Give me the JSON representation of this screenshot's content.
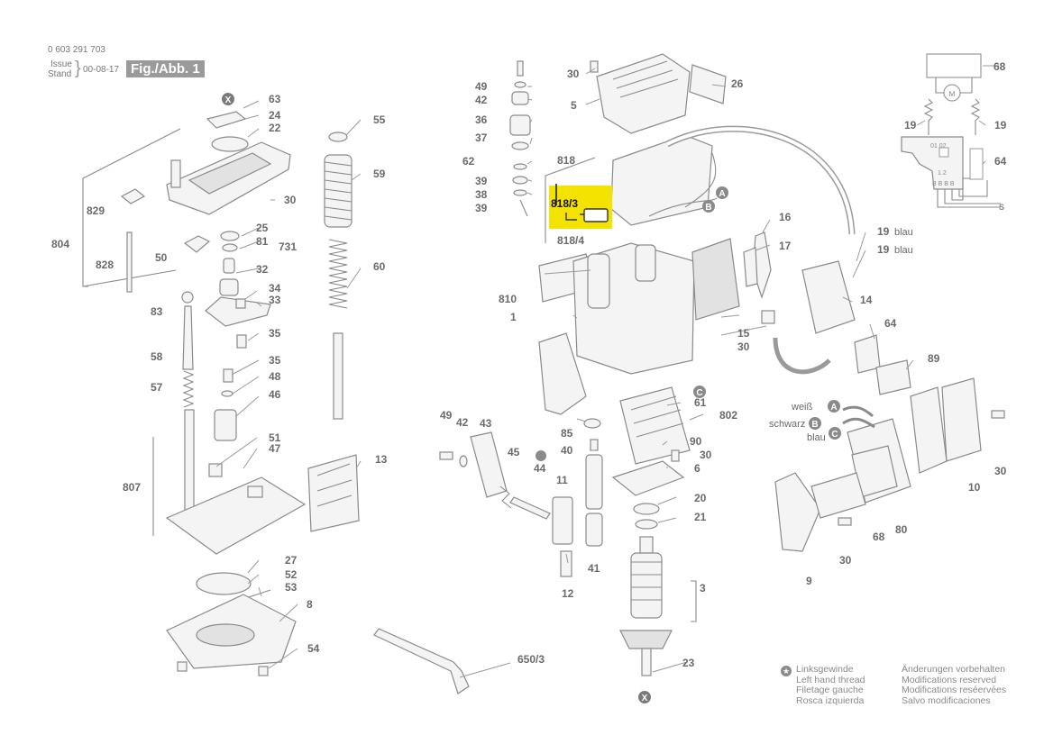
{
  "header": {
    "doc_number": "0 603 291 703",
    "issue_label": "Issue",
    "stand_label": "Stand",
    "issue_date": "00-08-17",
    "figure_label": "Fig./Abb. 1"
  },
  "highlight": {
    "part_number": "818/3",
    "color": "#f4e300"
  },
  "left_hand_thread": {
    "icon": "star-icon",
    "lines": [
      "Linksgewinde",
      "Left hand thread",
      "Filetage gauche",
      "Rosca izquierda"
    ]
  },
  "modifications": {
    "lines": [
      "Änderungen vorbehalten",
      "Modifications reserved",
      "Modifications reséervées",
      "Salvo modificaciones"
    ]
  },
  "callouts": [
    {
      "id": "c-x-top",
      "text": "X"
    },
    {
      "id": "c-63",
      "text": "63"
    },
    {
      "id": "c-24",
      "text": "24"
    },
    {
      "id": "c-22",
      "text": "22"
    },
    {
      "id": "c-30a",
      "text": "30"
    },
    {
      "id": "c-829",
      "text": "829"
    },
    {
      "id": "c-804",
      "text": "804"
    },
    {
      "id": "c-25",
      "text": "25"
    },
    {
      "id": "c-81",
      "text": "81"
    },
    {
      "id": "c-731",
      "text": "731"
    },
    {
      "id": "c-50",
      "text": "50"
    },
    {
      "id": "c-828",
      "text": "828"
    },
    {
      "id": "c-32",
      "text": "32"
    },
    {
      "id": "c-34",
      "text": "34"
    },
    {
      "id": "c-33",
      "text": "33"
    },
    {
      "id": "c-83",
      "text": "83"
    },
    {
      "id": "c-35a",
      "text": "35"
    },
    {
      "id": "c-58",
      "text": "58"
    },
    {
      "id": "c-35b",
      "text": "35"
    },
    {
      "id": "c-48",
      "text": "48"
    },
    {
      "id": "c-57",
      "text": "57"
    },
    {
      "id": "c-46",
      "text": "46"
    },
    {
      "id": "c-55",
      "text": "55"
    },
    {
      "id": "c-59",
      "text": "59"
    },
    {
      "id": "c-60",
      "text": "60"
    },
    {
      "id": "c-51",
      "text": "51"
    },
    {
      "id": "c-47",
      "text": "47"
    },
    {
      "id": "c-807",
      "text": "807"
    },
    {
      "id": "c-13",
      "text": "13"
    },
    {
      "id": "c-27",
      "text": "27"
    },
    {
      "id": "c-52",
      "text": "52"
    },
    {
      "id": "c-53",
      "text": "53"
    },
    {
      "id": "c-8",
      "text": "8"
    },
    {
      "id": "c-54",
      "text": "54"
    },
    {
      "id": "c-650-3",
      "text": "650/3"
    },
    {
      "id": "c-49a",
      "text": "49"
    },
    {
      "id": "c-42a",
      "text": "42"
    },
    {
      "id": "c-36",
      "text": "36"
    },
    {
      "id": "c-37",
      "text": "37"
    },
    {
      "id": "c-62",
      "text": "62"
    },
    {
      "id": "c-39a",
      "text": "39"
    },
    {
      "id": "c-38",
      "text": "38"
    },
    {
      "id": "c-39b",
      "text": "39"
    },
    {
      "id": "c-30b",
      "text": "30"
    },
    {
      "id": "c-5",
      "text": "5"
    },
    {
      "id": "c-26",
      "text": "26"
    },
    {
      "id": "c-818",
      "text": "818"
    },
    {
      "id": "c-818-4",
      "text": "818/4"
    },
    {
      "id": "c-a1",
      "text": "A"
    },
    {
      "id": "c-b1",
      "text": "B"
    },
    {
      "id": "c-810",
      "text": "810"
    },
    {
      "id": "c-1",
      "text": "1"
    },
    {
      "id": "c-16",
      "text": "16"
    },
    {
      "id": "c-17",
      "text": "17"
    },
    {
      "id": "c-19blau-a",
      "text": "19"
    },
    {
      "id": "c-19blau-b",
      "text": "19"
    },
    {
      "id": "c-14",
      "text": "14"
    },
    {
      "id": "c-15",
      "text": "15"
    },
    {
      "id": "c-30c",
      "text": "30"
    },
    {
      "id": "c-64a",
      "text": "64"
    },
    {
      "id": "c-89",
      "text": "89"
    },
    {
      "id": "c-61",
      "text": "61"
    },
    {
      "id": "c-c1",
      "text": "C"
    },
    {
      "id": "c-802",
      "text": "802"
    },
    {
      "id": "c-85",
      "text": "85"
    },
    {
      "id": "c-90",
      "text": "90"
    },
    {
      "id": "c-40",
      "text": "40"
    },
    {
      "id": "c-30d",
      "text": "30"
    },
    {
      "id": "c-6",
      "text": "6"
    },
    {
      "id": "c-49b",
      "text": "49"
    },
    {
      "id": "c-42b",
      "text": "42"
    },
    {
      "id": "c-43",
      "text": "43"
    },
    {
      "id": "c-45",
      "text": "45"
    },
    {
      "id": "c-44",
      "text": "44"
    },
    {
      "id": "c-11",
      "text": "11"
    },
    {
      "id": "c-20",
      "text": "20"
    },
    {
      "id": "c-21",
      "text": "21"
    },
    {
      "id": "c-41",
      "text": "41"
    },
    {
      "id": "c-12",
      "text": "12"
    },
    {
      "id": "c-3",
      "text": "3"
    },
    {
      "id": "c-23",
      "text": "23"
    },
    {
      "id": "c-x-bot",
      "text": "X"
    },
    {
      "id": "c-a2",
      "text": "A"
    },
    {
      "id": "c-b2",
      "text": "B"
    },
    {
      "id": "c-c2",
      "text": "C"
    },
    {
      "id": "c-30e",
      "text": "30"
    },
    {
      "id": "c-10",
      "text": "10"
    },
    {
      "id": "c-68a",
      "text": "68"
    },
    {
      "id": "c-80",
      "text": "80"
    },
    {
      "id": "c-30f",
      "text": "30"
    },
    {
      "id": "c-9",
      "text": "9"
    },
    {
      "id": "c-68b",
      "text": "68"
    },
    {
      "id": "c-19a",
      "text": "19"
    },
    {
      "id": "c-19b",
      "text": "19"
    },
    {
      "id": "c-64b",
      "text": "64"
    }
  ],
  "wire_labels": {
    "blau_a": "blau",
    "blau_b": "blau",
    "weiss": "weiß",
    "schwarz": "schwarz",
    "blau_c": "blau"
  },
  "schematic_labels": {
    "motor": "M",
    "contacts_top": "01 02",
    "contacts_bottom": "1 2",
    "pins": "B B B B",
    "wire_end": "S"
  }
}
